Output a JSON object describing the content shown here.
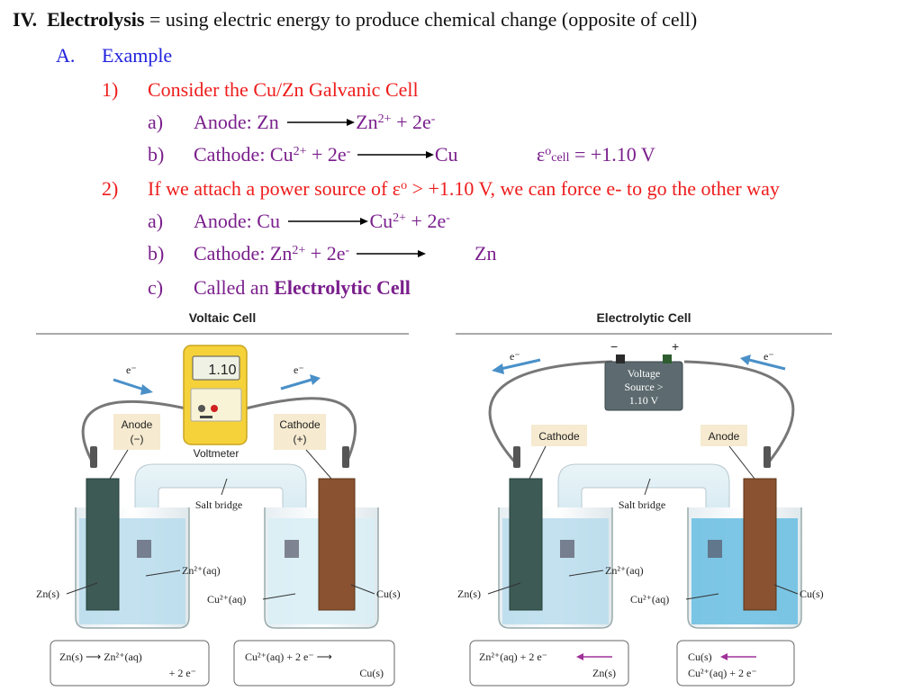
{
  "heading": {
    "roman": "IV.",
    "term": "Electrolysis",
    "rest": " = using electric energy to produce chemical change (opposite of cell)"
  },
  "sectionA": {
    "label": "A.",
    "title": "Example"
  },
  "item1": {
    "label": "1)",
    "text": "Consider the Cu/Zn Galvanic Cell",
    "a": {
      "label": "a)",
      "prefix": "Anode:  Zn",
      "product": "Zn",
      "product_sup": "2+",
      "mid": "  +  2e",
      "e_sup": "-"
    },
    "b": {
      "label": "b)",
      "prefix": "Cathode:  Cu",
      "prefix_sup": "2+",
      "mid": "  +  2e",
      "e_sup": "-",
      "product": "Cu",
      "eps": "ε",
      "eps_sup": "o",
      "eps_sub": "cell",
      "value": " = +1.10 V"
    }
  },
  "item2": {
    "label": "2)",
    "text": "If we attach a power source of ε",
    "text_sup": "o",
    "text_rest": "  >  +1.10 V, we can force e- to go the other way",
    "a": {
      "label": "a)",
      "prefix": "Anode:  Cu",
      "product": "Cu",
      "product_sup": "2+",
      "mid": "  +  2e",
      "e_sup": "-"
    },
    "b": {
      "label": "b)",
      "prefix": "Cathode:  Zn",
      "prefix_sup": "2+",
      "mid": "  +  2e",
      "e_sup": "-",
      "product": "Zn"
    },
    "c": {
      "label": "c)",
      "prefix": "Called an ",
      "bold": "Electrolytic Cell"
    }
  },
  "voltaic": {
    "title": "Voltaic Cell",
    "meter_reading": "1.10",
    "meter_label": "Voltmeter",
    "electron": "e⁻",
    "anode_label": "Anode",
    "anode_sign": "(−)",
    "cathode_label": "Cathode",
    "cathode_sign": "(+)",
    "salt_bridge": "Salt bridge",
    "zn_solid": "Zn(s)",
    "zn_ion": "Zn²⁺(aq)",
    "cu_ion": "Cu²⁺(aq)",
    "cu_solid": "Cu(s)",
    "box1_line1": "Zn(s)  ⟶  Zn²⁺(aq)",
    "box1_line2": "+ 2 e⁻",
    "box2_line1": "Cu²⁺(aq) + 2 e⁻  ⟶",
    "box2_line2": "Cu(s)"
  },
  "electrolytic": {
    "title": "Electrolytic Cell",
    "minus": "−",
    "plus": "+",
    "source_line1": "Voltage",
    "source_line2": "Source >",
    "source_line3": "1.10 V",
    "electron": "e⁻",
    "cathode_label": "Cathode",
    "anode_label": "Anode",
    "salt_bridge": "Salt bridge",
    "zn_solid": "Zn(s)",
    "zn_ion": "Zn²⁺(aq)",
    "cu_ion": "Cu²⁺(aq)",
    "cu_solid": "Cu(s)",
    "box1_line1": "Zn²⁺(aq) + 2 e⁻",
    "box1_line2": "Zn(s)",
    "box2_line1": "Cu(s)",
    "box2_line2": "Cu²⁺(aq) + 2 e⁻"
  },
  "colors": {
    "heading": "#111111",
    "level_a": "#2222dd",
    "level_1": "#ee1c1c",
    "level_a_items": "#7a1f8c",
    "electron_arrow": "#4a90c8",
    "zinc": "#3d5a55",
    "copper": "#8a5230",
    "solution_zn": "#b9dcec",
    "solution_cu": "#d9eef5",
    "solution_cu_electrolytic": "#6fc0e2",
    "meter": "#f5d23a",
    "label_bg": "#f6ead0"
  }
}
